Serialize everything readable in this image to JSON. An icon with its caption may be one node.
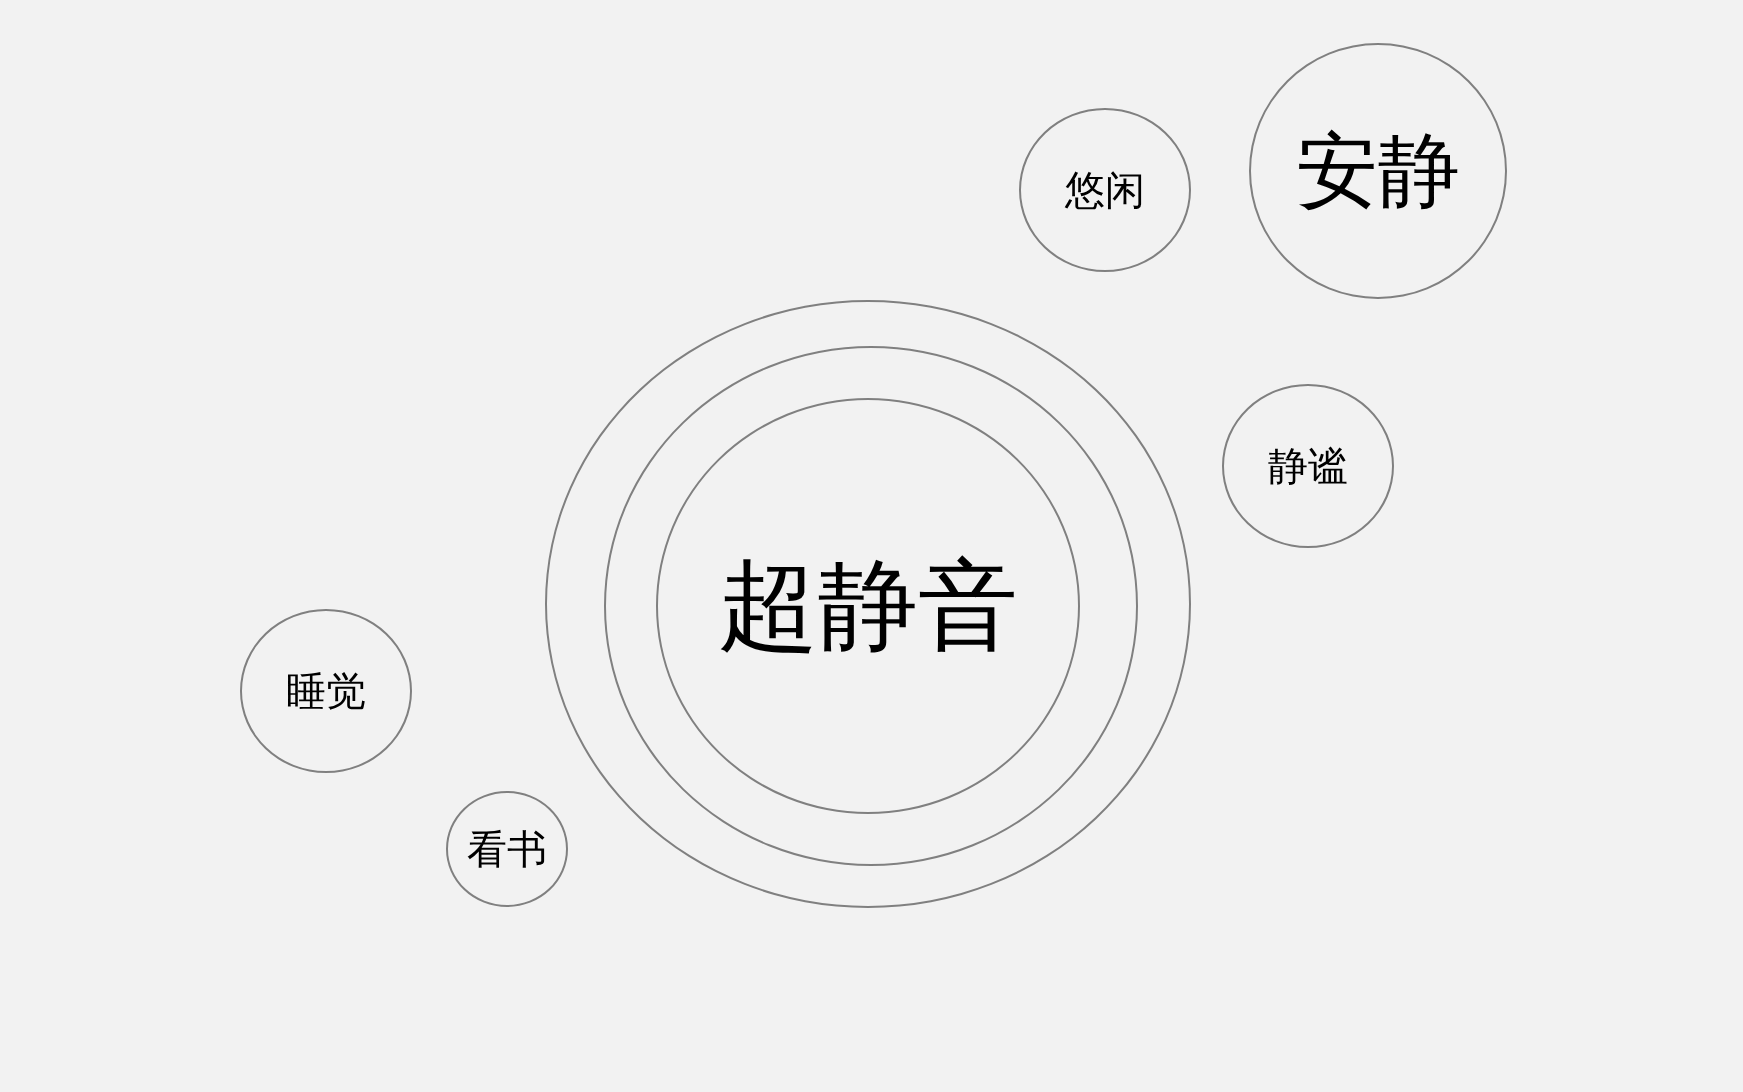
{
  "diagram": {
    "nodes": [
      {
        "text": [
          "悠闲"
        ]
      },
      {
        "text": [
          "安静"
        ]
      },
      {
        "text": [],
        "shape": "circle"
      },
      {
        "text": [],
        "shape": "circle",
        "in": 2
      },
      {
        "text": [
          "超静音"
        ],
        "in": 3
      },
      {
        "text": [
          "静谧"
        ]
      },
      {
        "text": [
          "睡觉"
        ]
      },
      {
        "text": [
          "看书"
        ]
      }
    ],
    "edges": []
  }
}
